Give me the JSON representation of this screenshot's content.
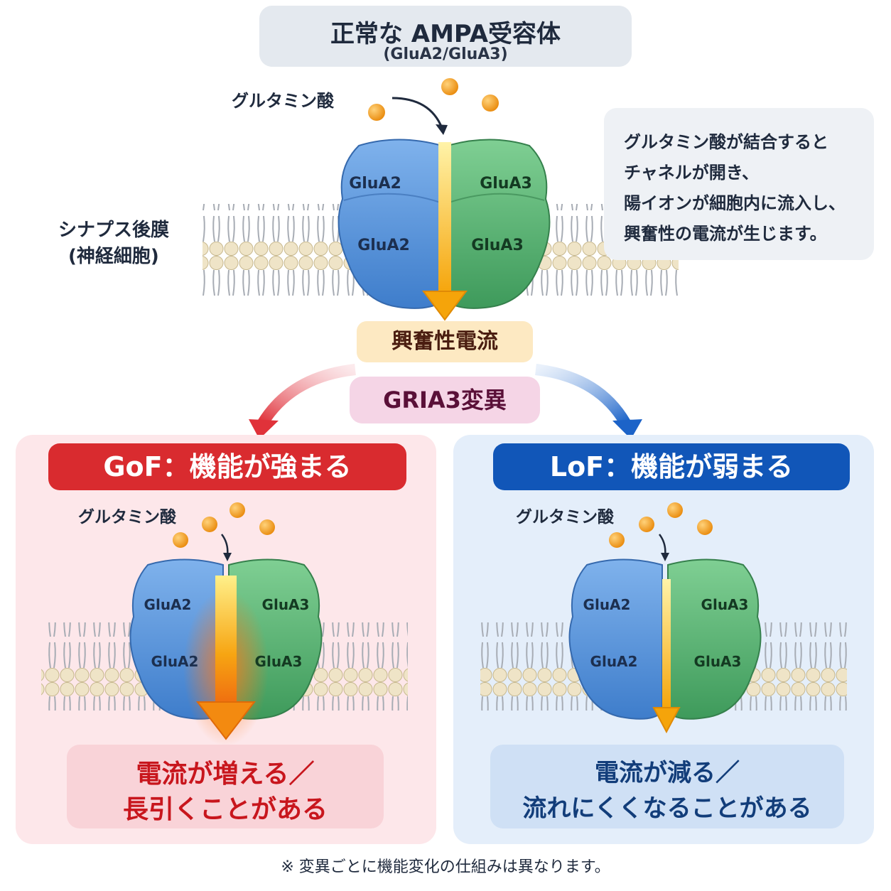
{
  "title": {
    "main": "正常な AMPA受容体",
    "sub": "(GluA2/GluA3)"
  },
  "glutamate_label": "グルタミン酸",
  "membrane_label": {
    "line1": "シナプス後膜",
    "line2": "(神経細胞)"
  },
  "note": {
    "lines": [
      "グルタミン酸が結合すると",
      "チャネルが開き、",
      "陽イオンが細胞内に流入し、",
      "興奮性の電流が生じます。"
    ]
  },
  "subunits": {
    "a2": "GluA2",
    "a3": "GluA3"
  },
  "current_label": "興奮性電流",
  "mutation_label": "GRIA3変異",
  "gof": {
    "title": "GoF：機能が強まる",
    "glutamate_label": "グルタミン酸",
    "result_line1": "電流が増える／",
    "result_line2": "長引くことがある"
  },
  "lof": {
    "title": "LoF：機能が弱まる",
    "glutamate_label": "グルタミン酸",
    "result_line1": "電流が減る／",
    "result_line2": "流れにくくなることがある"
  },
  "footnote": "※ 変異ごとに機能変化の仕組みは異なります。",
  "colors": {
    "glua2": "#5b96dc",
    "glua3": "#5bb476",
    "glutamate": "#f29a1a",
    "gof_accent": "#d92b2f",
    "lof_accent": "#1156b8",
    "current_arrow": "#f7b90e"
  }
}
